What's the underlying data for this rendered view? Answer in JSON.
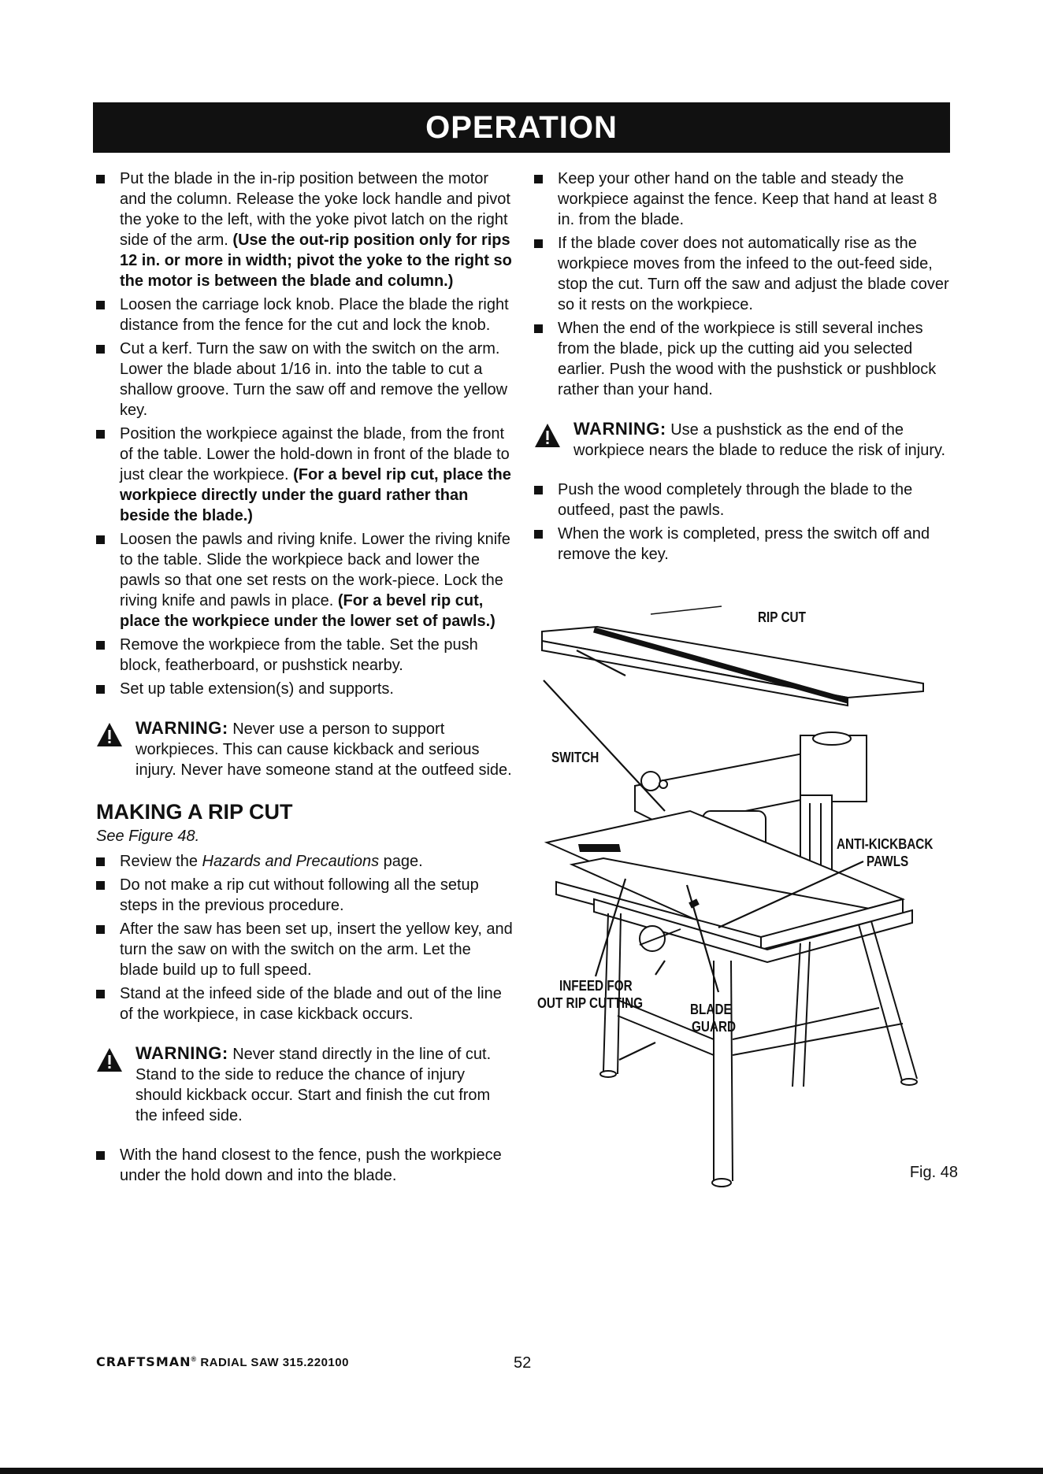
{
  "banner": {
    "title": "OPERATION"
  },
  "left_column": {
    "bullets_top": [
      {
        "text": "Put the blade in the in-rip position between the motor and the column. Release the yoke lock handle and pivot the yoke to the left, with the yoke pivot latch on the right side of the arm. ",
        "bold": "(Use the out-rip position only for rips 12 in. or more in width; pivot the yoke to the right so the motor is between the blade and column.)"
      },
      {
        "text": "Loosen the carriage lock knob. Place the blade the right distance from the fence for the cut and lock the knob.",
        "bold": ""
      },
      {
        "text": "Cut a kerf. Turn the saw on with the switch on the arm. Lower the blade about 1/16 in. into the table to cut a shallow groove. Turn the saw off and remove the yellow key.",
        "bold": ""
      },
      {
        "text": "Position the workpiece against the blade, from the front of the table. Lower the hold-down in front of the blade to just clear the workpiece. ",
        "bold": "(For a bevel rip cut, place the workpiece directly under the guard rather than beside the blade.)"
      },
      {
        "text": "Loosen the pawls and riving knife. Lower the riving knife to the table. Slide the workpiece back and lower the pawls so that one set rests on the work-piece. Lock the riving knife and pawls in place. ",
        "bold": "(For a bevel rip cut, place the workpiece under the lower set of pawls.)"
      },
      {
        "text": "Remove the workpiece from the table. Set the push block, featherboard, or pushstick nearby.",
        "bold": ""
      },
      {
        "text": "Set up table extension(s) and supports.",
        "bold": ""
      }
    ],
    "warning1": {
      "label": "WARNING:",
      "text": " Never use a person to support workpieces. This can cause kickback and serious injury. Never have someone stand at the outfeed side."
    },
    "section": {
      "heading": "MAKING A RIP CUT",
      "see_figure": "See Figure 48.",
      "review_prefix": "Review the ",
      "review_italic": "Hazards and Precautions",
      "review_suffix": " page.",
      "bullets": [
        "Do not make a rip cut without following all the setup steps in the previous procedure.",
        "After the saw has been set up, insert the yellow key, and turn the saw on with the switch on the arm. Let the blade build up to full speed.",
        "Stand at the infeed side of the blade and out of the line of the workpiece, in case kickback occurs."
      ]
    },
    "warning2": {
      "label": "WARNING:",
      "text": " Never stand directly in the line of cut. Stand to the side to reduce the chance of injury should kickback occur. Start and finish the cut from the infeed side."
    },
    "bullet_last": "With the hand closest to the fence, push the workpiece under the hold down and into the blade."
  },
  "right_column": {
    "bullets_top": [
      "Keep your other hand on the table and steady the workpiece against the fence. Keep that hand at least 8 in. from the blade.",
      "If the blade cover does not automatically rise as the workpiece moves from the infeed to the out-feed side, stop the cut. Turn off the saw and adjust the blade cover so it rests on the workpiece.",
      "When the end of the workpiece is still several inches from the blade, pick up the cutting aid you selected earlier. Push the wood with the pushstick or pushblock rather than your hand."
    ],
    "warning": {
      "label": "WARNING:",
      "text": " Use a pushstick as the end of the workpiece nears the blade to reduce the risk of injury."
    },
    "bullets_bottom": [
      "Push the wood completely through the blade to the outfeed, past the pawls.",
      "When the work is completed, press the switch off and remove the key."
    ]
  },
  "figure": {
    "labels": {
      "rip_cut": "RIP CUT",
      "switch": "SWITCH",
      "anti_kickback_1": "ANTI-KICKBACK",
      "anti_kickback_2": "PAWLS",
      "infeed_1": "INFEED FOR",
      "infeed_2": "OUT RIP CUTTING",
      "blade_1": "BLADE",
      "blade_2": "GUARD"
    },
    "caption": "Fig. 48"
  },
  "footer": {
    "brand": "CRAFTSMAN",
    "registered": "®",
    "model": " RADIAL SAW 315.220100",
    "page_number": "52"
  }
}
